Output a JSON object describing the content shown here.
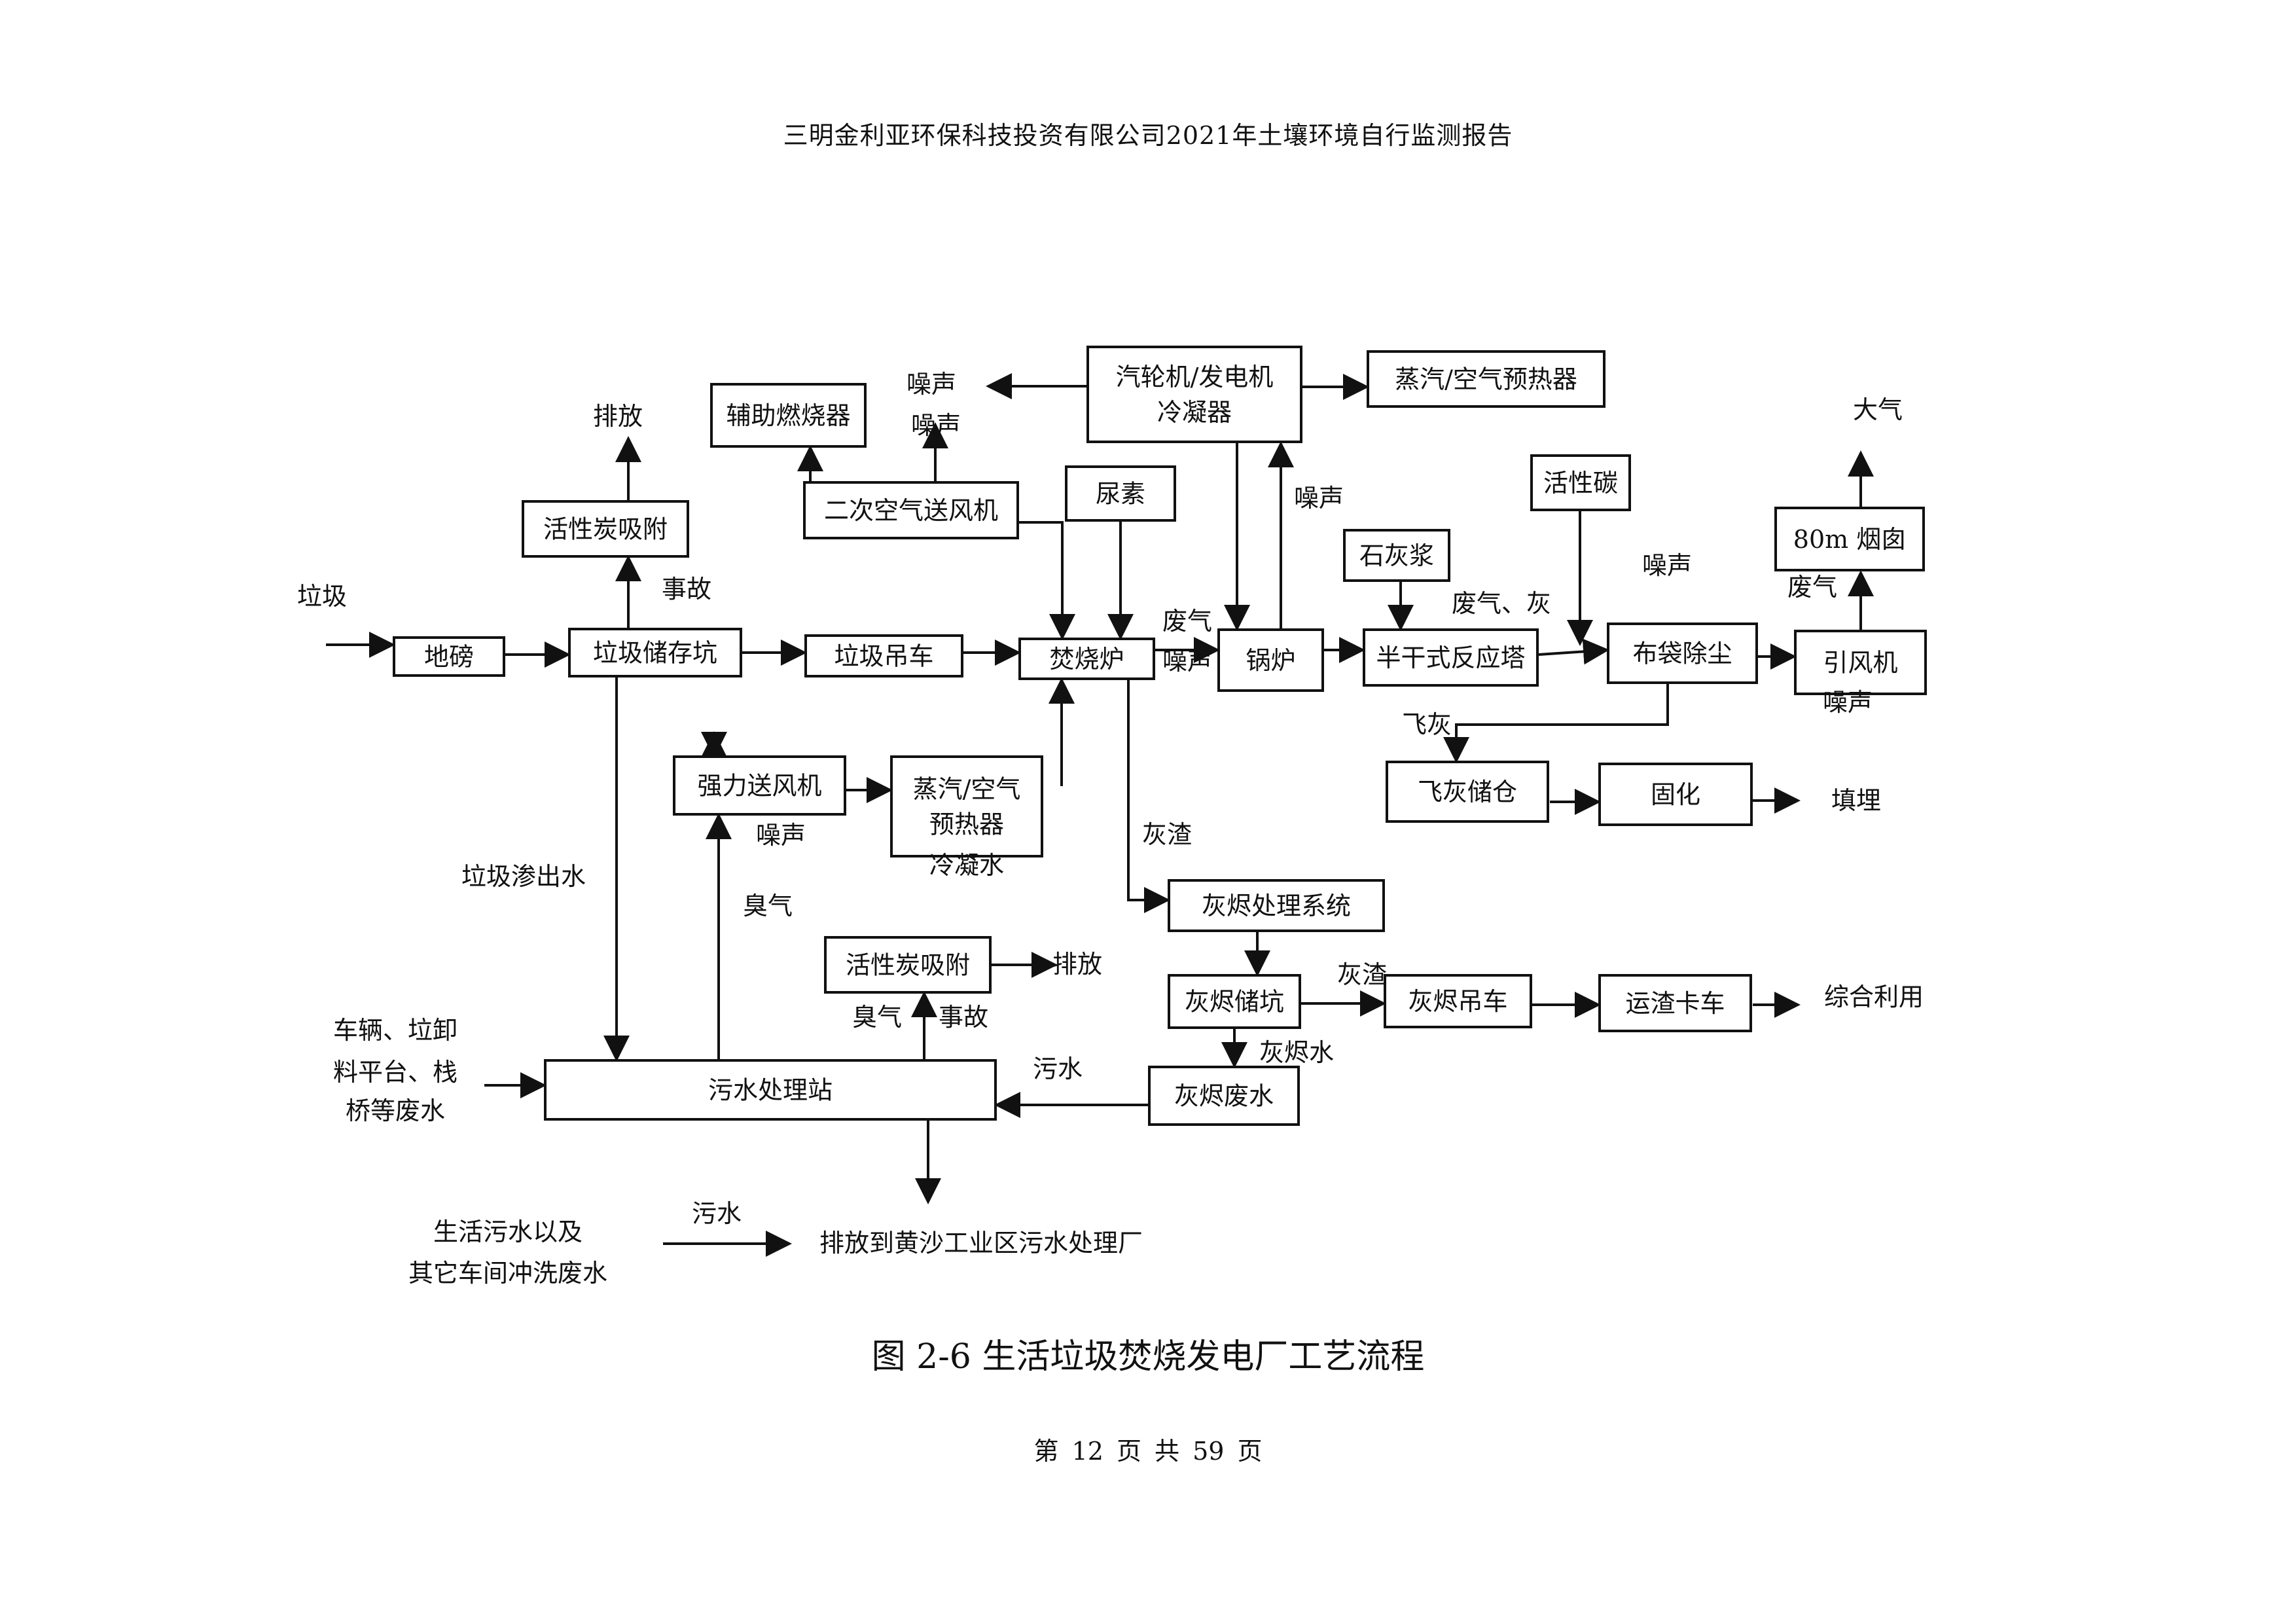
{
  "header": "三明金利亚环保科技投资有限公司2021年土壤环境自行监测报告",
  "caption": "图 2-6  生活垃圾焚烧发电厂工艺流程",
  "footer": "第 12 页 共 59 页",
  "diagram": {
    "nodes": {
      "dibang": [
        "地磅"
      ],
      "chucun": [
        "垃圾储存坑"
      ],
      "huoxingtan_top": [
        "活性炭吸附"
      ],
      "diaoche": [
        "垃圾吊车"
      ],
      "fenshao": [
        "焚烧炉"
      ],
      "erci": [
        "二次空气送风机"
      ],
      "fuzhu": [
        "辅助燃烧器"
      ],
      "niaosu": [
        "尿素"
      ],
      "qiangli": [
        "强力送风机"
      ],
      "yureqi_left": [
        "蒸汽/空气",
        "预热器"
      ],
      "qilunji": [
        "汽轮机/发电机",
        "冷凝器"
      ],
      "yureqi_top": [
        "蒸汽/空气预热器"
      ],
      "guolu": [
        "锅炉"
      ],
      "shihuijiang": [
        "石灰浆"
      ],
      "fanying": [
        "半干式反应塔"
      ],
      "huoxingtan_c": [
        "活性碳"
      ],
      "budai": [
        "布袋除尘"
      ],
      "yinfengji": [
        "引风机"
      ],
      "yancong": [
        "80m 烟囱"
      ],
      "feihui_cang": [
        "飞灰储仓"
      ],
      "guhua": [
        "固化"
      ],
      "huijin_xitong": [
        "灰烬处理系统"
      ],
      "huijin_keng": [
        "灰烬储坑"
      ],
      "huijin_diaoche": [
        "灰烬吊车"
      ],
      "yunzha": [
        "运渣卡车"
      ],
      "huijin_feishui": [
        "灰烬废水"
      ],
      "wushui_zhan": [
        "污水处理站"
      ],
      "huoxingtan_mid": [
        "活性炭吸附"
      ]
    },
    "labels": {
      "laji_in": "垃圾",
      "paifang_top": "排放",
      "shigu_top": "事故",
      "zaosheng_qilun": "噪声",
      "zaosheng_erci": "噪声",
      "feiqi_fen": "废气",
      "zaosheng_fen": "噪声",
      "zaosheng_guolu": "噪声",
      "feiqi_hui": "废气、灰",
      "zaosheng_budai": "噪声",
      "feiqi_yin": "废气",
      "daqi": "大气",
      "zaosheng_yin": "噪声",
      "feihui": "飞灰",
      "tianmai": "填埋",
      "zaosheng_qiangli": "噪声",
      "lengningshui": "冷凝水",
      "huizha_down": "灰渣",
      "laji_shenchu": "垃圾渗出水",
      "chouqi_left": "臭气",
      "paifang_mid": "排放",
      "chouqi_mid": "臭气",
      "shigu_mid": "事故",
      "huizha_right": "灰渣",
      "zonghe": "综合利用",
      "huijinshui": "灰烬水",
      "wushui_right": "污水",
      "cheliang_1": "车辆、垃卸",
      "cheliang_2": "料平台、栈",
      "cheliang_3": "桥等废水",
      "shenghuo_1": "生活污水以及",
      "shenghuo_2": "其它车间冲洗废水",
      "wushui_bottom": "污水",
      "paifang_bottom": "排放到黄沙工业区污水处理厂"
    }
  }
}
